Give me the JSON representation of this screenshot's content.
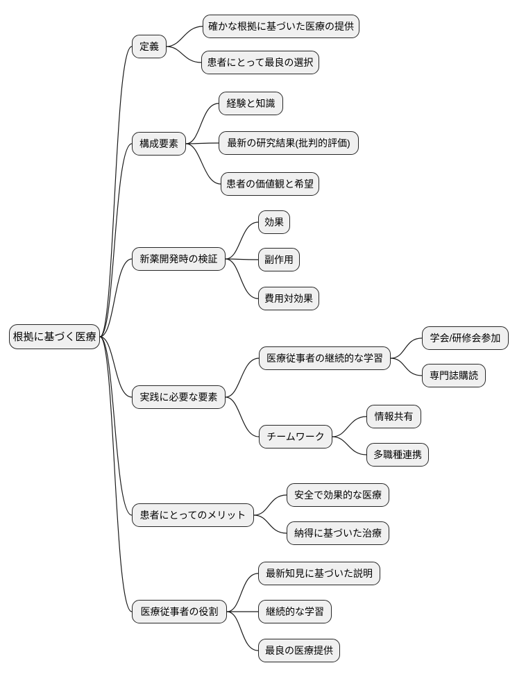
{
  "mindmap": {
    "root": {
      "label": "根拠に基づく医療"
    },
    "branches": [
      {
        "label": "定義",
        "children": [
          {
            "label": "確かな根拠に基づいた医療の提供"
          },
          {
            "label": "患者にとって最良の選択"
          }
        ]
      },
      {
        "label": "構成要素",
        "children": [
          {
            "label": "経験と知識"
          },
          {
            "label": "最新の研究結果(批判的評価)"
          },
          {
            "label": "患者の価値観と希望"
          }
        ]
      },
      {
        "label": "新薬開発時の検証",
        "children": [
          {
            "label": "効果"
          },
          {
            "label": "副作用"
          },
          {
            "label": "費用対効果"
          }
        ]
      },
      {
        "label": "実践に必要な要素",
        "children": [
          {
            "label": "医療従事者の継続的な学習",
            "children": [
              {
                "label": "学会/研修会参加"
              },
              {
                "label": "専門誌購読"
              }
            ]
          },
          {
            "label": "チームワーク",
            "children": [
              {
                "label": "情報共有"
              },
              {
                "label": "多職種連携"
              }
            ]
          }
        ]
      },
      {
        "label": "患者にとってのメリット",
        "children": [
          {
            "label": "安全で効果的な医療"
          },
          {
            "label": "納得に基づいた治療"
          }
        ]
      },
      {
        "label": "医療従事者の役割",
        "children": [
          {
            "label": "最新知見に基づいた説明"
          },
          {
            "label": "継続的な学習"
          },
          {
            "label": "最良の医療提供"
          }
        ]
      }
    ],
    "colors": {
      "background": "#ffffff",
      "node_fill": "#f0f0f0",
      "node_border": "#262626",
      "edge": "#1a1a1a",
      "text": "#000000"
    }
  }
}
